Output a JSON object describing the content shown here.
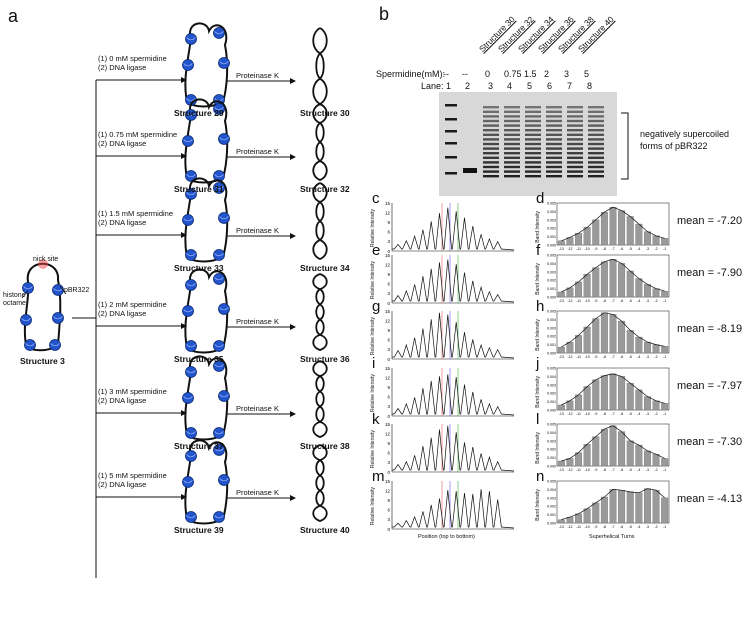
{
  "panels": {
    "a": "a",
    "b": "b",
    "c": "c",
    "d": "d",
    "e": "e",
    "f": "f",
    "g": "g",
    "h": "h",
    "i": "i",
    "j": "j",
    "k": "k",
    "l": "l",
    "m": "m",
    "n": "n"
  },
  "source": {
    "label": "Structure 3",
    "nick_site": "nick site",
    "histone": "histone",
    "octamer": "octamer",
    "plasmid": "pBR322"
  },
  "proteinase": "Proteinase K",
  "rows": [
    {
      "cond1": "(1) 0 mM spermidine",
      "cond2": "(2) DNA ligase",
      "chrom": "Structure 29",
      "dna": "Structure 30"
    },
    {
      "cond1": "(1) 0.75 mM spermidine",
      "cond2": "(2) DNA ligase",
      "chrom": "Structure 31",
      "dna": "Structure 32"
    },
    {
      "cond1": "(1) 1.5 mM spermidine",
      "cond2": "(2) DNA ligase",
      "chrom": "Structure 33",
      "dna": "Structure 34"
    },
    {
      "cond1": "(1) 2 mM spermidine",
      "cond2": "(2) DNA ligase",
      "chrom": "Structure 35",
      "dna": "Structure 36"
    },
    {
      "cond1": "(1) 3 mM spermidine",
      "cond2": "(2) DNA ligase",
      "chrom": "Structure 37",
      "dna": "Structure 38"
    },
    {
      "cond1": "(1) 5 mM spermidine",
      "cond2": "(2) DNA ligase",
      "chrom": "Structure 39",
      "dna": "Structure 40"
    }
  ],
  "gel": {
    "lane_structures": [
      "Structure 30",
      "Structure 32",
      "Structure 34",
      "Structure 36",
      "Structure 38",
      "Structure 40"
    ],
    "spermidine_label": "Spermidine(mM):",
    "spermidine_values": [
      "--",
      "--",
      "0",
      "0.75",
      "1.5",
      "2",
      "3",
      "5"
    ],
    "lane_label": "Lane:",
    "lanes": [
      "1",
      "2",
      "3",
      "4",
      "5",
      "6",
      "7",
      "8"
    ],
    "annotation_line1": "negatively supercoiled",
    "annotation_line2": "forms of pBR322"
  },
  "profiles": {
    "ylabel": "Relative Intensity",
    "xlabel": "Position (top to bottom)",
    "yticks": [
      "15",
      "12",
      "9",
      "6",
      "3",
      "0"
    ]
  },
  "histograms": {
    "ylabel": "Band Intensity",
    "xlabel": "Superhelical Turns",
    "yticks": [
      "0.005",
      "0.004",
      "0.003",
      "0.002",
      "0.001",
      "0.000"
    ],
    "xticks": [
      "-13",
      "-12",
      "-11",
      "-10",
      "-9",
      "-8",
      "-7",
      "-6",
      "-5",
      "-4",
      "-3",
      "-2",
      "-1"
    ],
    "means": [
      "mean = -7.20",
      "mean = -7.90",
      "mean = -8.19",
      "mean = -7.97",
      "mean = -7.30",
      "mean = -4.13"
    ]
  },
  "colors": {
    "nucleosome": "#2255cc",
    "nick": "#ee4444",
    "bar": "#9a9a9a",
    "trace": "#111111",
    "line_red": "#e06060",
    "line_blue": "#6060e0",
    "line_green": "#40b040"
  },
  "chart_data": [
    {
      "type": "bar",
      "panel": "d",
      "ylabel": "Band Intensity",
      "xlabel": "Superhelical Turns",
      "categories": [
        "-13",
        "-12",
        "-11",
        "-10",
        "-9",
        "-8",
        "-7",
        "-6",
        "-5",
        "-4",
        "-3",
        "-2",
        "-1"
      ],
      "values": [
        0.0005,
        0.0009,
        0.0014,
        0.0021,
        0.003,
        0.0039,
        0.0045,
        0.0041,
        0.0034,
        0.0025,
        0.0016,
        0.0011,
        0.0008
      ],
      "ylim": [
        0,
        0.005
      ]
    },
    {
      "type": "bar",
      "panel": "f",
      "ylabel": "Band Intensity",
      "xlabel": "Superhelical Turns",
      "categories": [
        "-13",
        "-12",
        "-11",
        "-10",
        "-9",
        "-8",
        "-7",
        "-6",
        "-5",
        "-4",
        "-3",
        "-2",
        "-1"
      ],
      "values": [
        0.0006,
        0.0011,
        0.0018,
        0.0027,
        0.0035,
        0.0042,
        0.0045,
        0.004,
        0.0031,
        0.0022,
        0.0015,
        0.001,
        0.0007
      ],
      "ylim": [
        0,
        0.005
      ]
    },
    {
      "type": "bar",
      "panel": "h",
      "ylabel": "Band Intensity",
      "xlabel": "Superhelical Turns",
      "categories": [
        "-13",
        "-12",
        "-11",
        "-10",
        "-9",
        "-8",
        "-7",
        "-6",
        "-5",
        "-4",
        "-3",
        "-2",
        "-1"
      ],
      "values": [
        0.0007,
        0.0013,
        0.0021,
        0.0031,
        0.0041,
        0.0048,
        0.0046,
        0.0038,
        0.0027,
        0.0019,
        0.0013,
        0.001,
        0.0008
      ],
      "ylim": [
        0,
        0.005
      ]
    },
    {
      "type": "bar",
      "panel": "j",
      "ylabel": "Band Intensity",
      "xlabel": "Superhelical Turns",
      "categories": [
        "-13",
        "-12",
        "-11",
        "-10",
        "-9",
        "-8",
        "-7",
        "-6",
        "-5",
        "-4",
        "-3",
        "-2",
        "-1"
      ],
      "values": [
        0.0006,
        0.0011,
        0.0018,
        0.0028,
        0.0036,
        0.0041,
        0.0043,
        0.004,
        0.0032,
        0.0024,
        0.0016,
        0.0011,
        0.0008
      ],
      "ylim": [
        0,
        0.005
      ]
    },
    {
      "type": "bar",
      "panel": "l",
      "ylabel": "Band Intensity",
      "xlabel": "Superhelical Turns",
      "categories": [
        "-13",
        "-12",
        "-11",
        "-10",
        "-9",
        "-8",
        "-7",
        "-6",
        "-5",
        "-4",
        "-3",
        "-2",
        "-1"
      ],
      "values": [
        0.0006,
        0.0009,
        0.0016,
        0.0026,
        0.0035,
        0.0044,
        0.0048,
        0.0041,
        0.003,
        0.0025,
        0.0018,
        0.0014,
        0.0009
      ],
      "ylim": [
        0,
        0.005
      ]
    },
    {
      "type": "bar",
      "panel": "n",
      "ylabel": "Band Intensity",
      "xlabel": "Superhelical Turns",
      "categories": [
        "-13",
        "-12",
        "-11",
        "-10",
        "-9",
        "-8",
        "-7",
        "-6",
        "-5",
        "-4",
        "-3",
        "-2",
        "-1"
      ],
      "values": [
        0.0004,
        0.0007,
        0.0011,
        0.0017,
        0.0024,
        0.0031,
        0.004,
        0.0039,
        0.0037,
        0.0036,
        0.0041,
        0.0039,
        0.003
      ],
      "ylim": [
        0,
        0.005
      ]
    }
  ]
}
